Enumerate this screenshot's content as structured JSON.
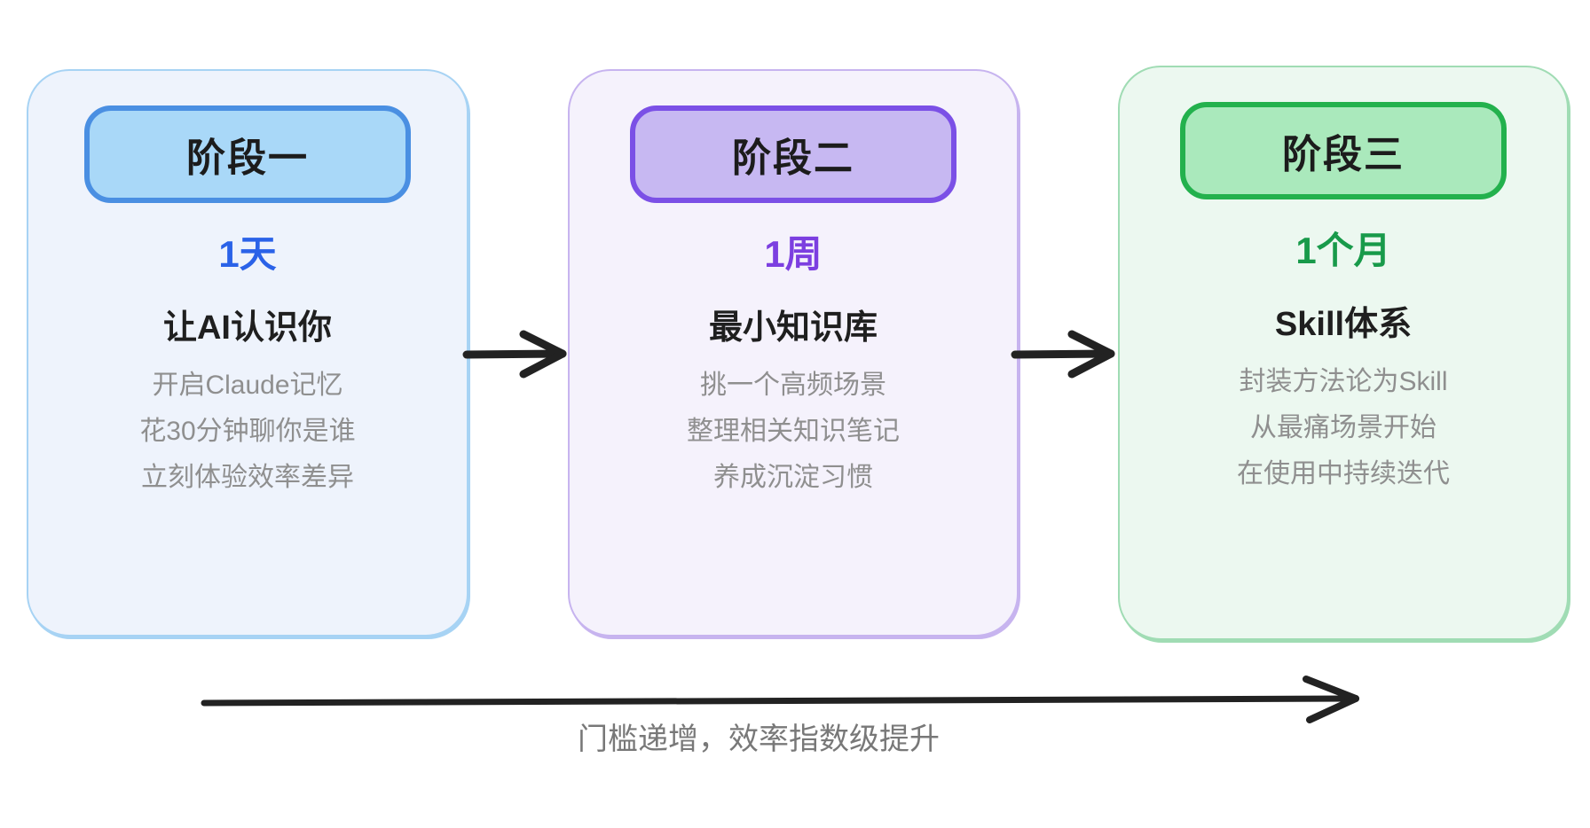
{
  "page": {
    "background": "#ffffff",
    "arrow_color": "#222222"
  },
  "stages": [
    {
      "badge_label": "阶段一",
      "duration": "1天",
      "title": "让AI认识你",
      "items": [
        "开启Claude记忆",
        "花30分钟聊你是谁",
        "立刻体验效率差异"
      ],
      "colors": {
        "card_bg": "#EEF3FC",
        "card_border": "#A7D3F4",
        "badge_bg": "#A9D8F8",
        "badge_border": "#4A8FE2",
        "duration": "#2A62E8"
      }
    },
    {
      "badge_label": "阶段二",
      "duration": "1周",
      "title": "最小知识库",
      "items": [
        "挑一个高频场景",
        "整理相关知识笔记",
        "养成沉淀习惯"
      ],
      "colors": {
        "card_bg": "#F5F2FC",
        "card_border": "#C7B4EF",
        "badge_bg": "#C7B8F2",
        "badge_border": "#7B50E6",
        "duration": "#7C3FE0"
      }
    },
    {
      "badge_label": "阶段三",
      "duration": "1个月",
      "title": "Skill体系",
      "items": [
        "封装方法论为Skill",
        "从最痛场景开始",
        "在使用中持续迭代"
      ],
      "colors": {
        "card_bg": "#ECF8F0",
        "card_border": "#A0DCB4",
        "badge_bg": "#AAE9BC",
        "badge_border": "#23B14D",
        "duration": "#189A4A"
      }
    }
  ],
  "footer": {
    "axis_label": "门槛递增，效率指数级提升"
  }
}
